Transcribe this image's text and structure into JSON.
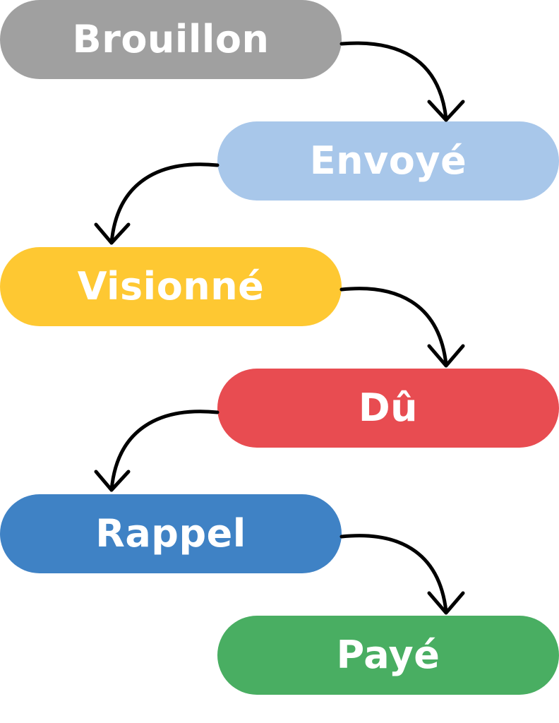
{
  "workflow": {
    "steps": [
      {
        "label": "Brouillon",
        "color": "#a0a0a0"
      },
      {
        "label": "Envoyé",
        "color": "#a8c7ea"
      },
      {
        "label": "Visionné",
        "color": "#fec832"
      },
      {
        "label": "Dû",
        "color": "#e84c51"
      },
      {
        "label": "Rappel",
        "color": "#3f82c5"
      },
      {
        "label": "Payé",
        "color": "#49ae62"
      }
    ],
    "connector_icons": [
      "arrow-curved-right-down-icon",
      "arrow-curved-left-down-icon"
    ]
  }
}
